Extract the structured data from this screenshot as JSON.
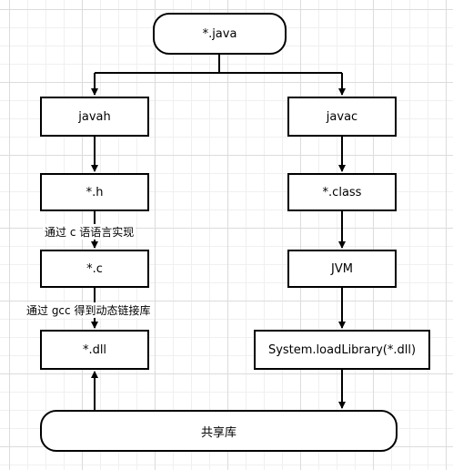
{
  "nodes": {
    "java": "*.java",
    "javah": "javah",
    "javac": "javac",
    "h": "*.h",
    "class": "*.class",
    "c": "*.c",
    "jvm": "JVM",
    "dll": "*.dll",
    "load": "System.loadLibrary(*.dll)",
    "shared": "共享库"
  },
  "labels": {
    "c_compile": "通过 c 语语言实现",
    "gcc": "通过 gcc 得到动态链接库"
  }
}
